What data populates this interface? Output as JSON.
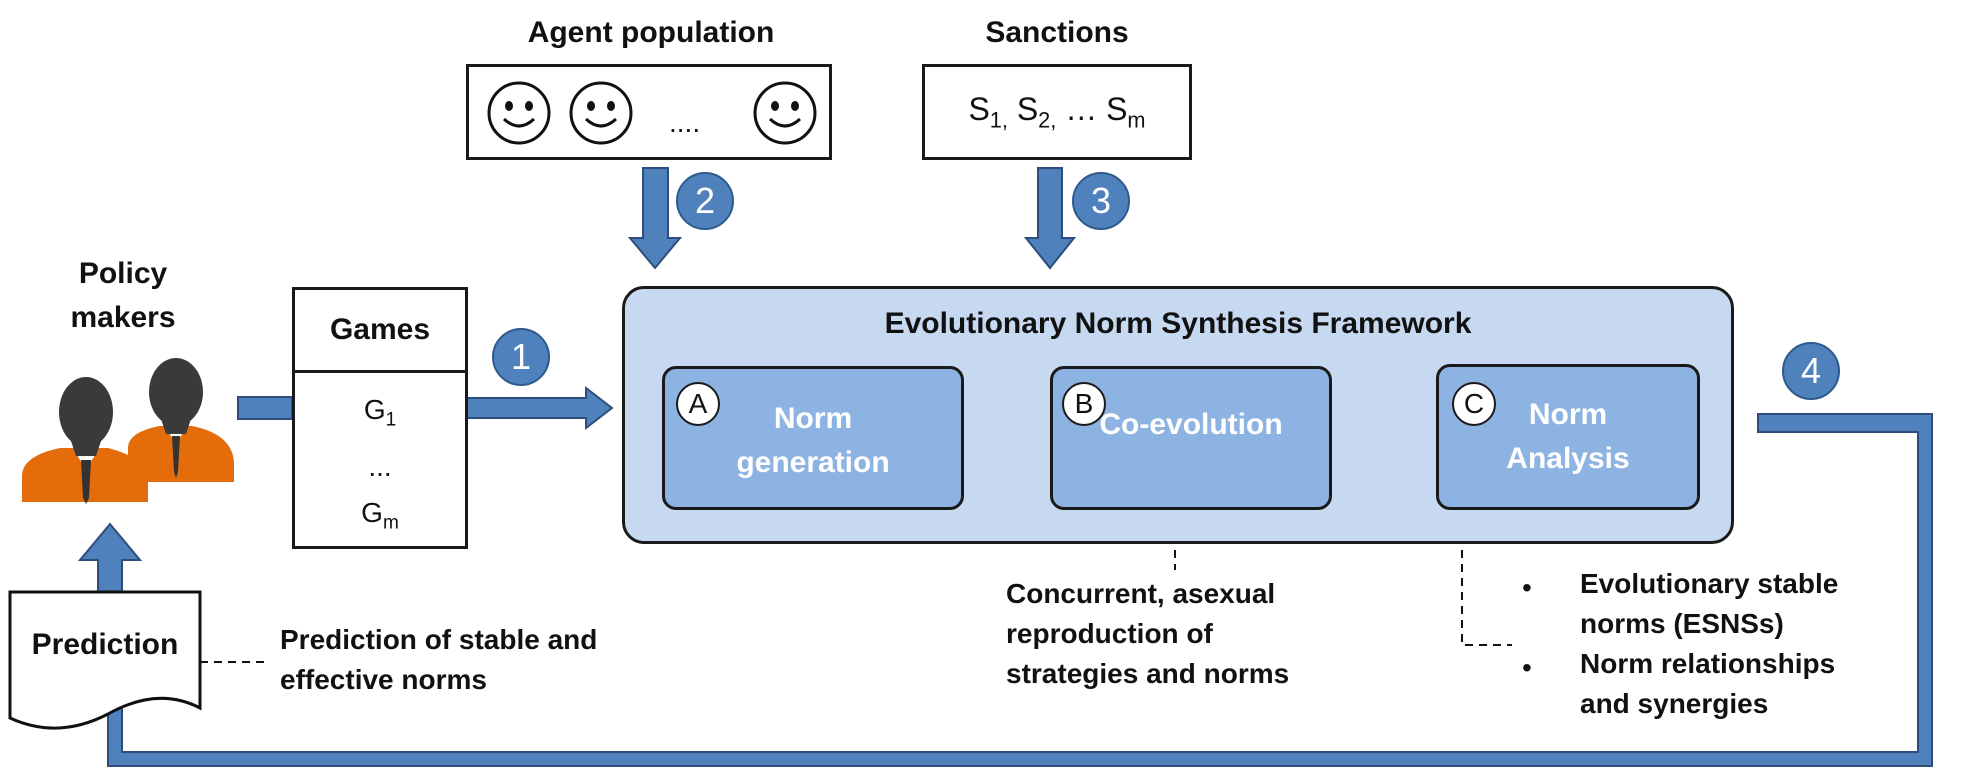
{
  "policy_makers": {
    "line1": "Policy",
    "line2": "makers"
  },
  "games": {
    "title": "Games",
    "first": "G",
    "first_sub": "1",
    "ellipsis": "...",
    "last": "G",
    "last_sub": "m"
  },
  "agent_population": {
    "title": "Agent population",
    "ellipsis": "...."
  },
  "sanctions": {
    "title": "Sanctions",
    "s1": "S",
    "s1_sub": "1,",
    "s2": "S",
    "s2_sub": "2,",
    "dots": "…",
    "sm": "S",
    "sm_sub": "m"
  },
  "framework": {
    "title": "Evolutionary Norm Synthesis Framework",
    "modules": [
      {
        "letter": "A",
        "line1": "Norm",
        "line2": "generation"
      },
      {
        "letter": "B",
        "line1": "Co-evolution"
      },
      {
        "letter": "C",
        "line1": "Norm",
        "line2": "Analysis"
      }
    ]
  },
  "steps": [
    "1",
    "2",
    "3",
    "4"
  ],
  "coevolution_note": {
    "line1": "Concurrent, asexual",
    "line2": "reproduction of",
    "line3": "strategies and norms"
  },
  "analysis_notes": {
    "bullet": "•",
    "item1_line1": "Evolutionary stable",
    "item1_line2": "norms (ESNSs)",
    "item2_line1": "Norm relationships",
    "item2_line2": "and synergies"
  },
  "prediction": {
    "label": "Prediction",
    "note_line1": "Prediction of stable and",
    "note_line2": "effective norms"
  },
  "colors": {
    "arrow_blue": "#4f81bd",
    "module_fill": "#8db3e2",
    "framework_fill": "#c6d9f1",
    "red_arrow": "#c0504d",
    "orange": "#e46c0a"
  }
}
